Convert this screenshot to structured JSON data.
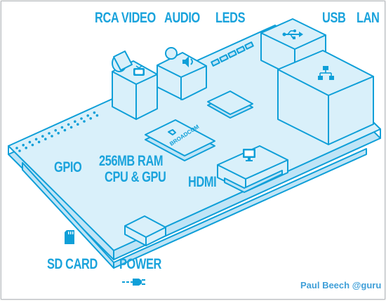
{
  "labels": {
    "rca_video": "RCA VIDEO",
    "audio": "AUDIO",
    "leds": "LEDS",
    "usb": "USB",
    "lan": "LAN",
    "gpio": "GPIO",
    "ram_line1": "256MB RAM",
    "ram_line2": "CPU & GPU",
    "hdmi": "HDMI",
    "sd_card": "SD CARD",
    "power": "POWER"
  },
  "chip_brand": "BROADCOM",
  "credit": "Paul Beech @guru",
  "colors": {
    "stroke": "#0f9fd8",
    "fill": "#d9f0fa",
    "fill_dark": "#bfe4f6",
    "label": "#1aa3dc",
    "credit": "#3f9fd8"
  },
  "icons": [
    "tv-icon",
    "speaker-icon",
    "usb-icon",
    "network-icon",
    "monitor-icon",
    "sd-card-icon",
    "power-plug-icon"
  ]
}
